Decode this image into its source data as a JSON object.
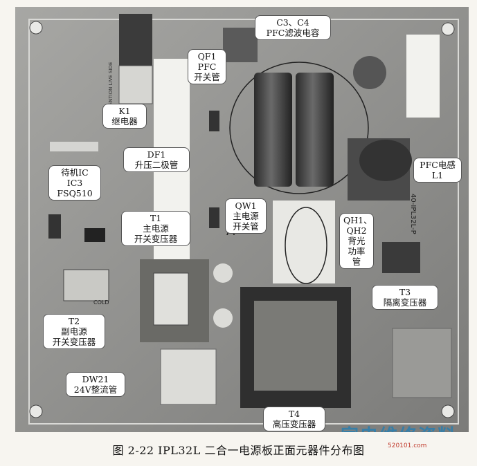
{
  "figure": {
    "caption": "图 2-22   IPL32L 二合一电源板正面元器件分布图"
  },
  "watermark": {
    "text": "家电维修资料网",
    "url": "520101.com"
  },
  "labels": {
    "c3c4": [
      "C3、C4",
      "PFC滤波电容"
    ],
    "qf1": [
      "QF1",
      "PFC",
      "开关管"
    ],
    "k1": [
      "K1",
      "继电器"
    ],
    "df1": [
      "DF1",
      "升压二极管"
    ],
    "ic3": [
      "待机IC",
      "IC3",
      "FSQ510"
    ],
    "pfc_l1": [
      "PFC电感",
      "L1"
    ],
    "qw1": [
      "QW1",
      "主电源",
      "开关管"
    ],
    "t1": [
      "T1",
      "主电源",
      "开关变压器"
    ],
    "qh": [
      "QH1、",
      "QH2",
      "背光",
      "功率",
      "管"
    ],
    "t3": [
      "T3",
      "隔离变压器"
    ],
    "t2": [
      "T2",
      "副电源",
      "开关变压器"
    ],
    "dw21": [
      "DW21",
      "24V整流管"
    ],
    "t4": [
      "T4",
      "高压变压器"
    ]
  },
  "board_print": {
    "model": "40-IPL32L-P",
    "attention": "ATTENTION LIVE SIDE",
    "cold": "COLD",
    "mark_a": "A"
  }
}
